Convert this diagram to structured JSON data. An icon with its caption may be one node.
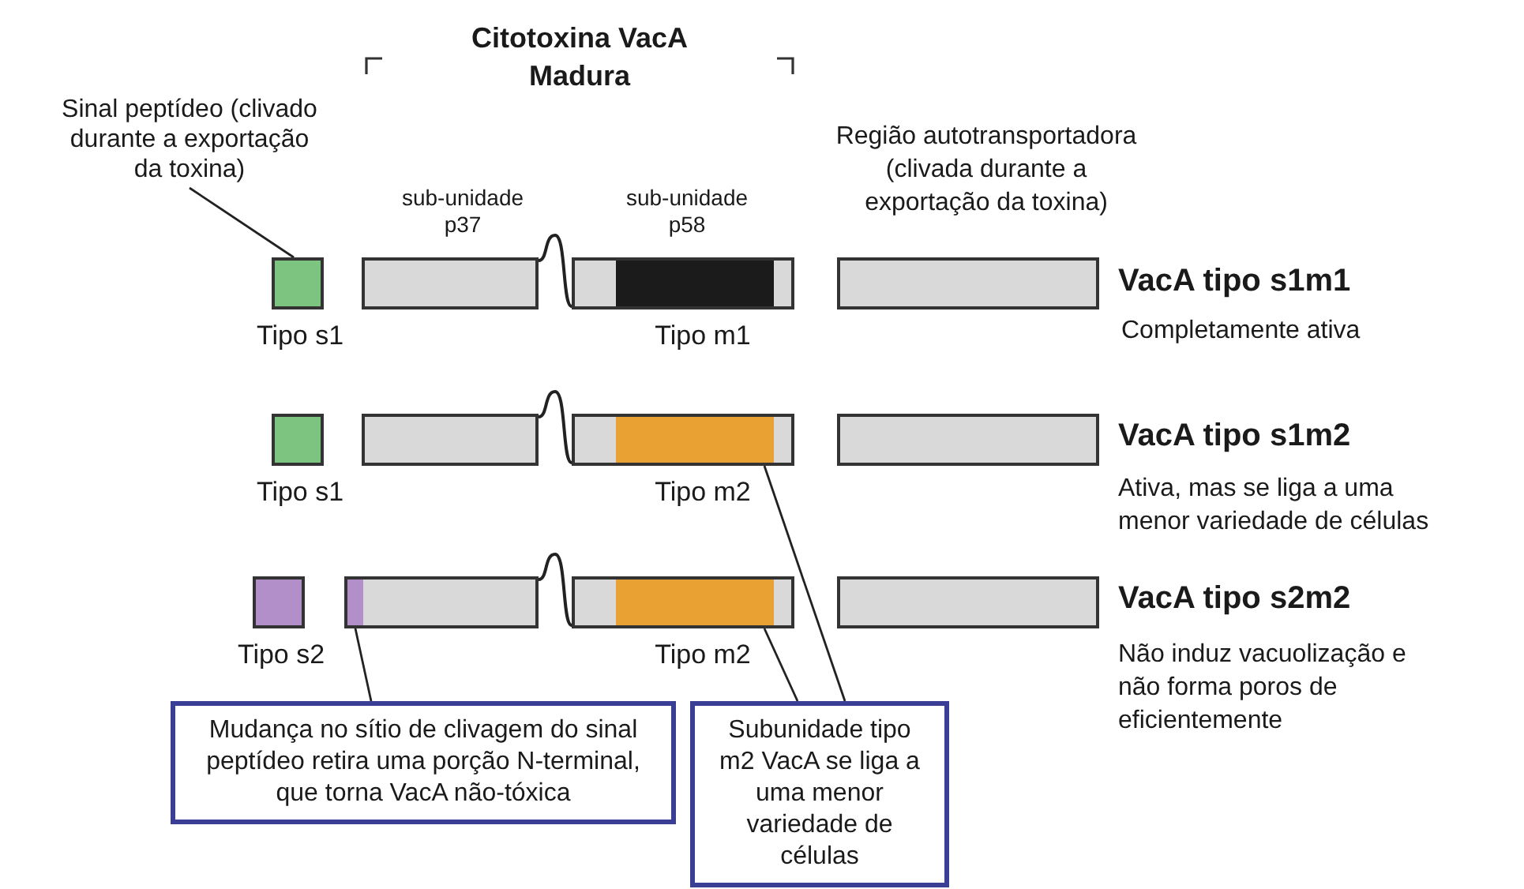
{
  "diagram": {
    "nodes": [
      {
        "text": [
          "Sinal peptídeo (clivado durante a exportação da toxina)"
        ]
      },
      {
        "text": [],
        "shape": "box",
        "beside": [
          "Tipo s1"
        ]
      },
      {
        "text": [],
        "shape": "bar"
      },
      {
        "text": [],
        "shape": "bar",
        "beside": [
          "Tipo m1"
        ]
      },
      {
        "text": [],
        "shape": "bar"
      },
      {
        "text": [],
        "shape": "box",
        "beside": [
          "Tipo s1"
        ]
      },
      {
        "text": [],
        "shape": "bar"
      },
      {
        "text": [],
        "shape": "bar",
        "beside": [
          "Tipo m2"
        ]
      },
      {
        "text": [],
        "shape": "bar"
      },
      {
        "text": [],
        "shape": "box",
        "beside": [
          "Tipo s2"
        ]
      },
      {
        "text": [],
        "shape": "bar"
      },
      {
        "text": [],
        "shape": "bar",
        "beside": [
          "Tipo m2"
        ]
      },
      {
        "text": [],
        "shape": "bar"
      },
      {
        "text": [
          "Mudança no sítio de clivagem do sinal peptídeo retira uma porção N-terminal, que torna VacA não-tóxica"
        ]
      },
      {
        "text": [
          "Subunidade tipo m2 VacA se liga a uma menor variedade de células"
        ]
      }
    ],
    "edges": [
      {
        "from": 0,
        "to": 1,
        "arrow": "none"
      },
      {
        "from": 13,
        "to": 10,
        "arrow": "none"
      },
      {
        "from": 14,
        "to": 7,
        "arrow": "none"
      },
      {
        "from": 14,
        "to": 11,
        "arrow": "none"
      },
      {
        "from": 2,
        "to": 3,
        "arrow": "none"
      },
      {
        "from": 6,
        "to": 7,
        "arrow": "none"
      },
      {
        "from": 10,
        "to": 11,
        "arrow": "none"
      }
    ],
    "labels": [
      "Citotoxina VacA Madura",
      "sub-unidade p37",
      "sub-unidade p58",
      "Região autotransportadora (clivada durante a exportação da toxina)",
      "VacA tipo s1m1",
      "Completamente ativa",
      "VacA tipo s1m2",
      "Ativa, mas se liga a uma menor variedade de células",
      "VacA tipo s2m2",
      "Não induz vacuolização e não forma poros de eficientemente"
    ]
  }
}
